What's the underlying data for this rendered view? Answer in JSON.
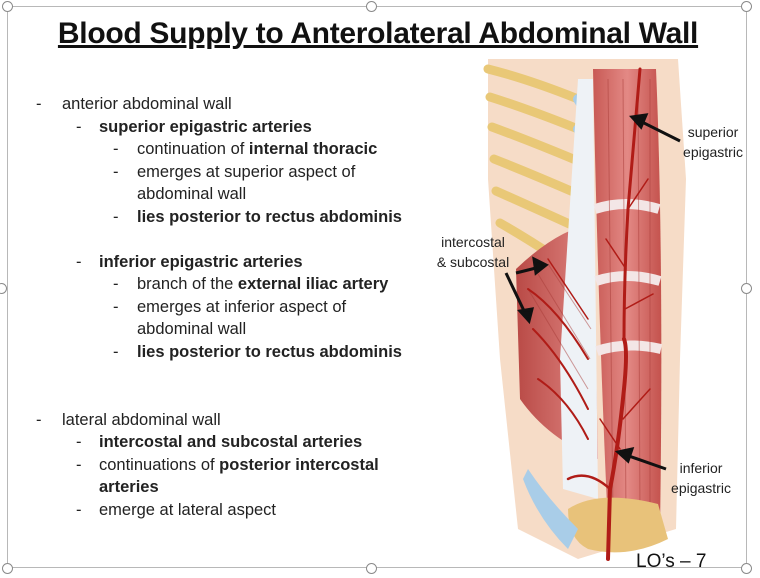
{
  "slide": {
    "title": "Blood Supply to Anterolateral Abdominal Wall",
    "bullets": {
      "anterior": "anterior abdominal wall",
      "superior_heading": "superior epigastric arteries",
      "sup_1_a": "continuation of ",
      "sup_1_b": "internal thoracic",
      "sup_2_a": "emerges at superior aspect of",
      "sup_2_b": "abdominal wall",
      "sup_3": "lies posterior to rectus abdominis",
      "inferior_heading": "inferior epigastric arteries",
      "inf_1_a": "branch of the ",
      "inf_1_b": "external iliac artery",
      "inf_2_a": "emerges at inferior aspect of",
      "inf_2_b": "abdominal wall",
      "inf_3": "lies posterior to rectus abdominis",
      "lateral": "lateral abdominal wall",
      "lat_heading": "intercostal and subcostal arteries",
      "lat_1_a": "continuations of ",
      "lat_1_b": "posterior intercostal",
      "lat_1_c": "arteries",
      "lat_2": "emerge at lateral aspect"
    },
    "dash": "-",
    "figure_labels": {
      "superior_1": "superior",
      "superior_2": "epigastric",
      "intercostal_1": "intercostal",
      "intercostal_2": "& subcostal",
      "inferior_1": "inferior",
      "inferior_2": "epigastric"
    },
    "footer": "LO’s – 7"
  },
  "colors": {
    "muscle": "#d9716d",
    "muscle_dark": "#b8433f",
    "artery": "#b01c17",
    "fascia": "#eef2f6",
    "rib": "#f2d48a",
    "cartilage": "#a9cde8",
    "bone": "#e8c27a",
    "skin": "#f6dcc7"
  }
}
